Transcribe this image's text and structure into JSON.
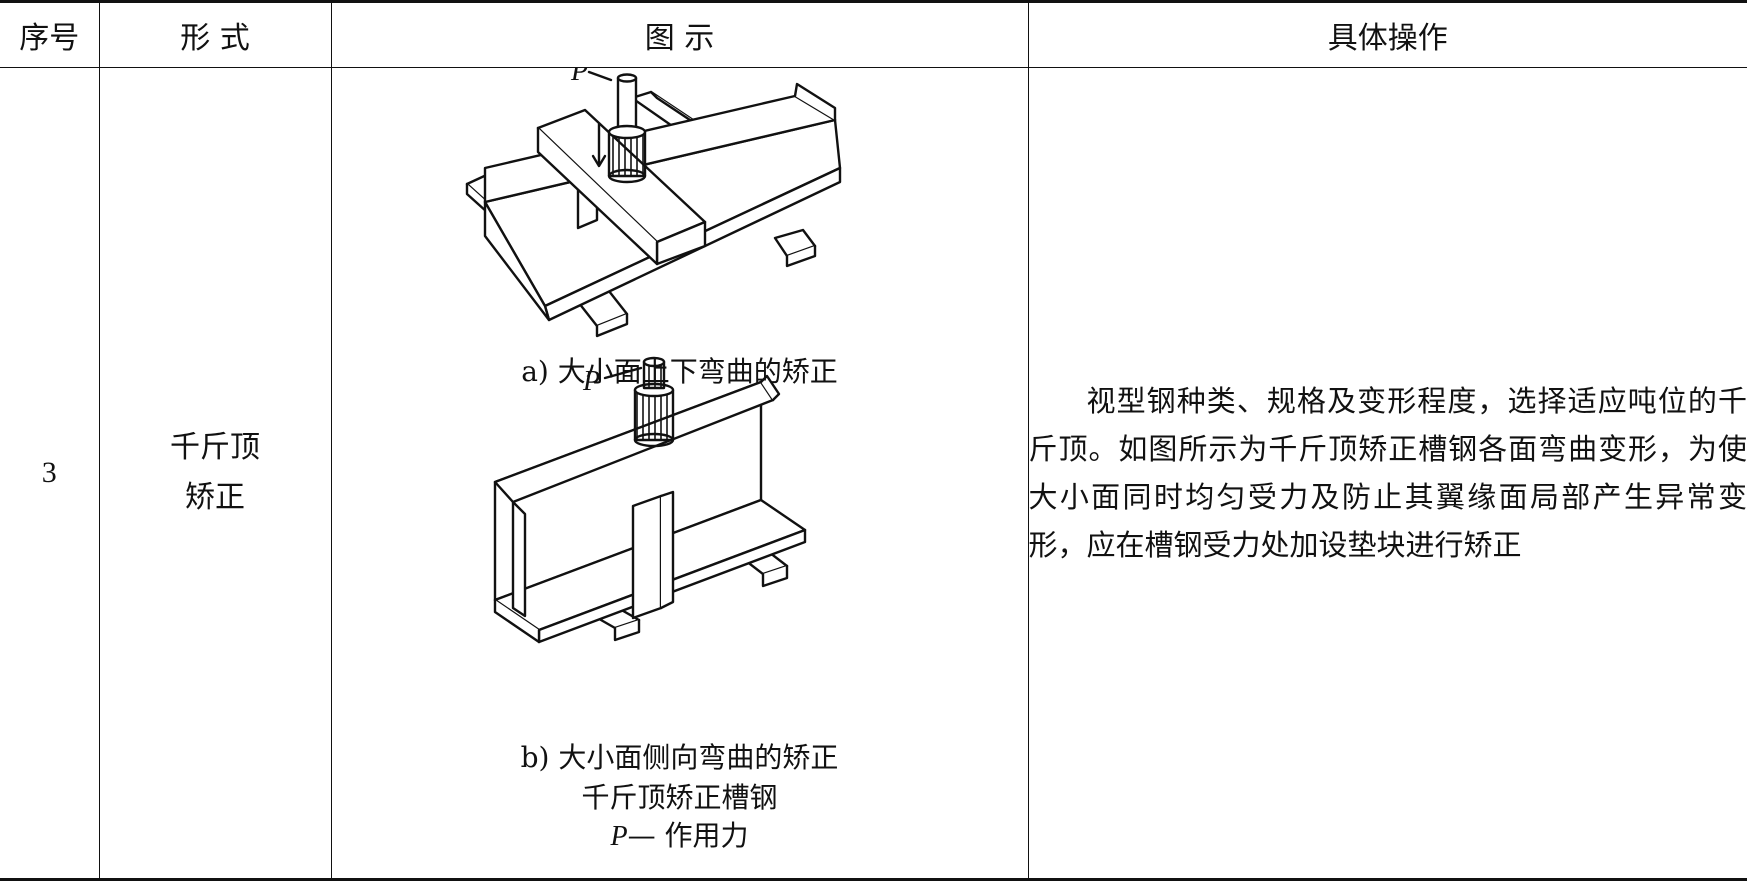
{
  "table": {
    "headers": {
      "number": "序号",
      "form": "形 式",
      "figure": "图 示",
      "operation": "具体操作"
    },
    "row": {
      "number": "3",
      "form_line1": "千斤顶",
      "form_line2": "矫正",
      "figure": {
        "load_label_a": "P",
        "load_label_b": "P",
        "caption_a": "a) 大小面上下弯曲的矫正",
        "caption_b": "b) 大小面侧向弯曲的矫正",
        "caption_title": "千斤顶矫正槽钢",
        "legend_symbol": "P",
        "legend_text": "— 作用力"
      },
      "operation": "视型钢种类、规格及变形程度，选择适应吨位的千斤顶。如图所示为千斤顶矫正槽钢各面弯曲变形，为使大小面同时均匀受力及防止其翼缘面局部产生异常变形，应在槽钢受力处加设垫块进行矫正"
    }
  }
}
